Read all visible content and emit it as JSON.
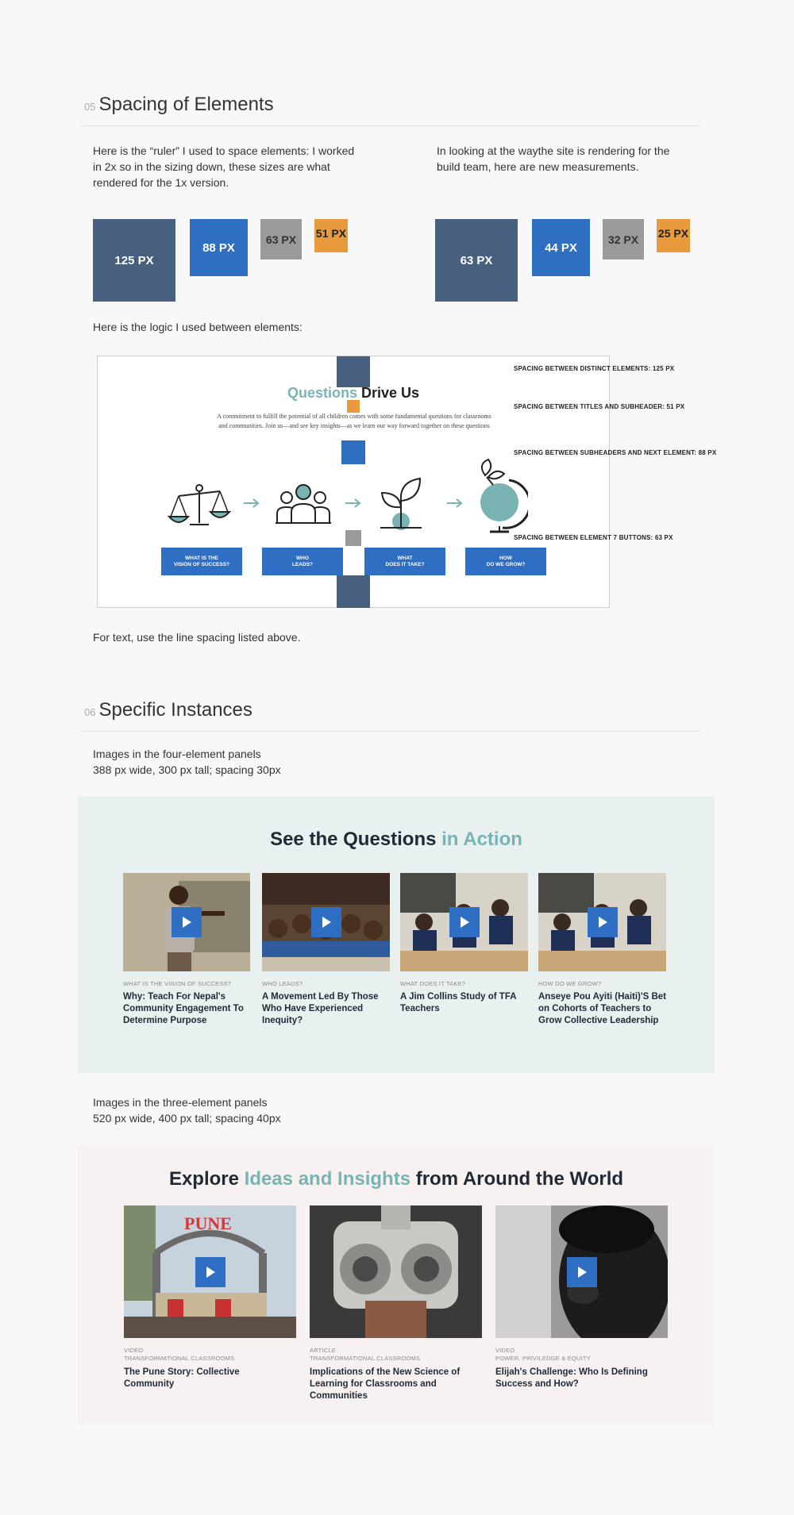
{
  "section05": {
    "num": "05",
    "title": "Spacing of Elements",
    "left_para": "Here is the “ruler” I used to space elements: I worked in 2x so in the sizing down, these sizes are what rendered for the 1x version.",
    "right_para": "In looking at the waythe site is rendering  for the build team, here are new measurements.",
    "ruler_2x": [
      "125 PX",
      "88 PX",
      "63 PX",
      "51 PX"
    ],
    "ruler_new": [
      "63 PX",
      "44 PX",
      "32 PX",
      "25 PX"
    ],
    "logic_intro": "Here is the logic I used between elements:",
    "text_note": "For text, use the line spacing listed above.",
    "colors": {
      "slate": "#48607f",
      "blue": "#2e6fc3",
      "gray": "#9a9a9a",
      "orange": "#e89a3c",
      "teal": "#7ab3b3"
    }
  },
  "diagram": {
    "title_highlight": "Questions",
    "title_rest": " Drive Us",
    "body": "A commitment to fulfill the potential of all children comes with some fundamental questions for classrooms and communities. Join us—and see key insights—as we learn our way forward together on these questions",
    "icons": [
      "scales-icon",
      "group-icon",
      "plant-icon",
      "globe-icon"
    ],
    "buttons": [
      "WHAT IS THE\nVISION OF SUCCESS?",
      "WHO\nLEADS?",
      "WHAT\nDOES IT TAKE?",
      "HOW\nDO WE GROW?"
    ],
    "annotations": [
      "SPACING BETWEEN DISTINCT ELEMENTS: 125 PX",
      "SPACING BETWEEN TITLES AND SUBHEADER: 51 PX",
      "SPACING BETWEEN SUBHEADERS AND NEXT ELEMENT: 88 PX",
      "SPACING BETWEEN ELEMENT 7 BUTTONS: 63 PX"
    ]
  },
  "section06": {
    "num": "06",
    "title": "Specific Instances",
    "four_note_1": "Images in the four-element panels",
    "four_note_2": "388 px wide, 300 px tall; spacing 30px",
    "three_note_1": "Images in the three-element panels",
    "three_note_2": "520 px wide, 400 px tall; spacing 40px"
  },
  "panel_four": {
    "title_rest": "See the Questions ",
    "title_highlight": "in Action",
    "bg": "#e8f0f0",
    "cards": [
      {
        "eyebrow": "WHAT IS THE VISION OF SUCCESS?",
        "title": "Why: Teach For Nepal's Community Engagement To Determine Purpose"
      },
      {
        "eyebrow": "WHO LEADS?",
        "title": "A Movement Led By Those Who Have Experienced Inequity?"
      },
      {
        "eyebrow": "WHAT DOES IT TAKE?",
        "title": "A Jim Collins Study of TFA Teachers"
      },
      {
        "eyebrow": "HOW DO WE GROW?",
        "title": "Anseye Pou Ayiti (Haiti)'S Bet on Cohorts of Teachers to Grow Collective Leadership"
      }
    ]
  },
  "panel_three": {
    "title_a": "Explore ",
    "title_highlight": "Ideas and Insights",
    "title_b": " from Around the World",
    "bg": "#f7f1f1",
    "cards": [
      {
        "eyebrow1": "VIDEO",
        "eyebrow2": "TRANSFORMATIONAL CLASSROOMS",
        "title": "The Pune Story: Collective Community",
        "sign": "PUNE"
      },
      {
        "eyebrow1": "ARTICLE",
        "eyebrow2": "TRANSFORMATIONAL CLASSROOMS",
        "title": "Implications of the New Science of Learning for Classrooms and Communities"
      },
      {
        "eyebrow1": "VIDEO",
        "eyebrow2": "POWER, PRIVILEDGE & EQUITY",
        "title": "Elijah's Challenge: Who Is Defining Success and How?"
      }
    ]
  }
}
